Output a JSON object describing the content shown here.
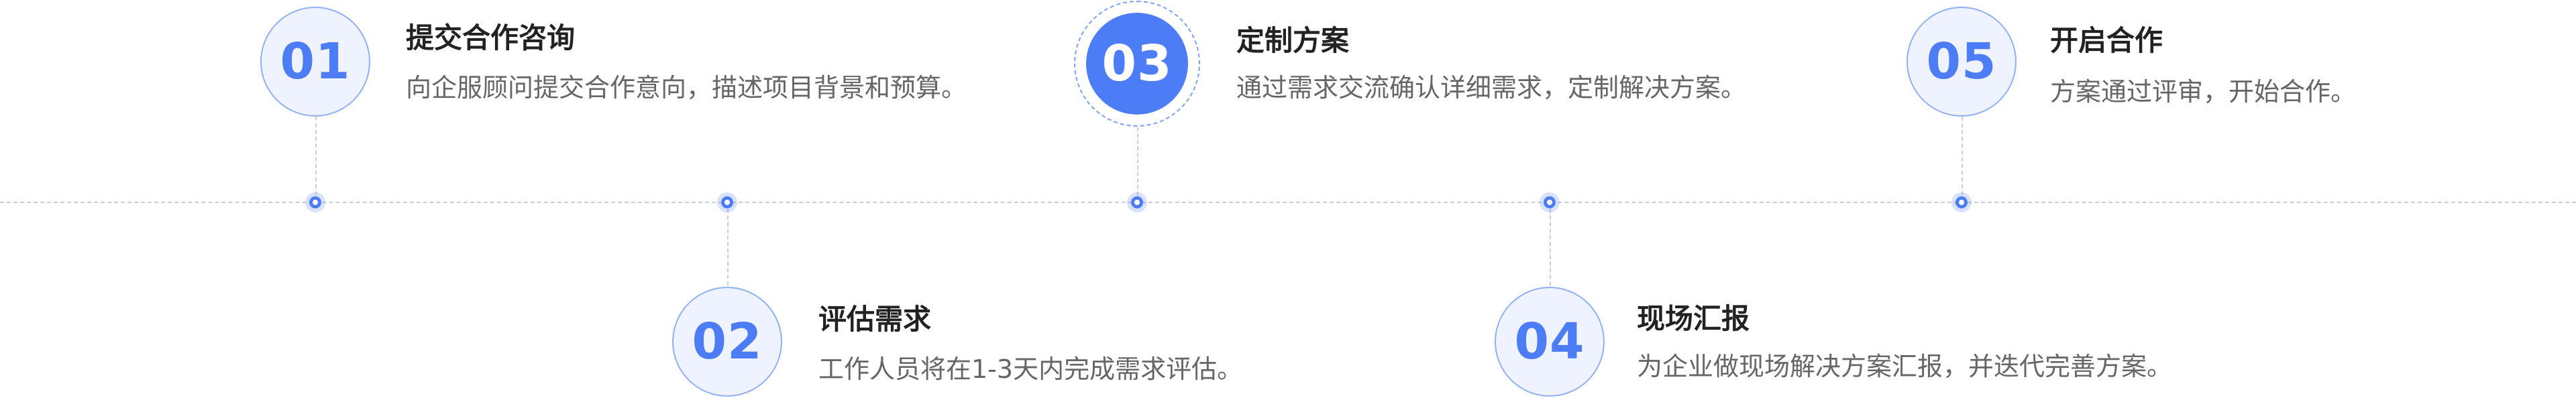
{
  "steps": [
    {
      "number": "01",
      "title": "提交合作咨询",
      "description": "向企服顾问提交合作意向，描述项目背景和预算。",
      "position": "top",
      "active": false
    },
    {
      "number": "02",
      "title": "评估需求",
      "description": "工作人员将在1-3天内完成需求评估。",
      "position": "bottom",
      "active": false
    },
    {
      "number": "03",
      "title": "定制方案",
      "description": "通过需求交流确认详细需求，定制解决方案。",
      "position": "top",
      "active": true
    },
    {
      "number": "04",
      "title": "现场汇报",
      "description": "为企业做现场解决方案汇报，并迭代完善方案。",
      "position": "bottom",
      "active": false
    },
    {
      "number": "05",
      "title": "开启合作",
      "description": "方案通过评审，开始合作。",
      "position": "top",
      "active": false
    }
  ],
  "colors": {
    "accent": "#4c7df6",
    "circle_fill": "#eef3ff",
    "circle_border": "#8fb0f5",
    "title_text": "#222222",
    "description_text": "#666666",
    "timeline": "#c9cdd6"
  }
}
